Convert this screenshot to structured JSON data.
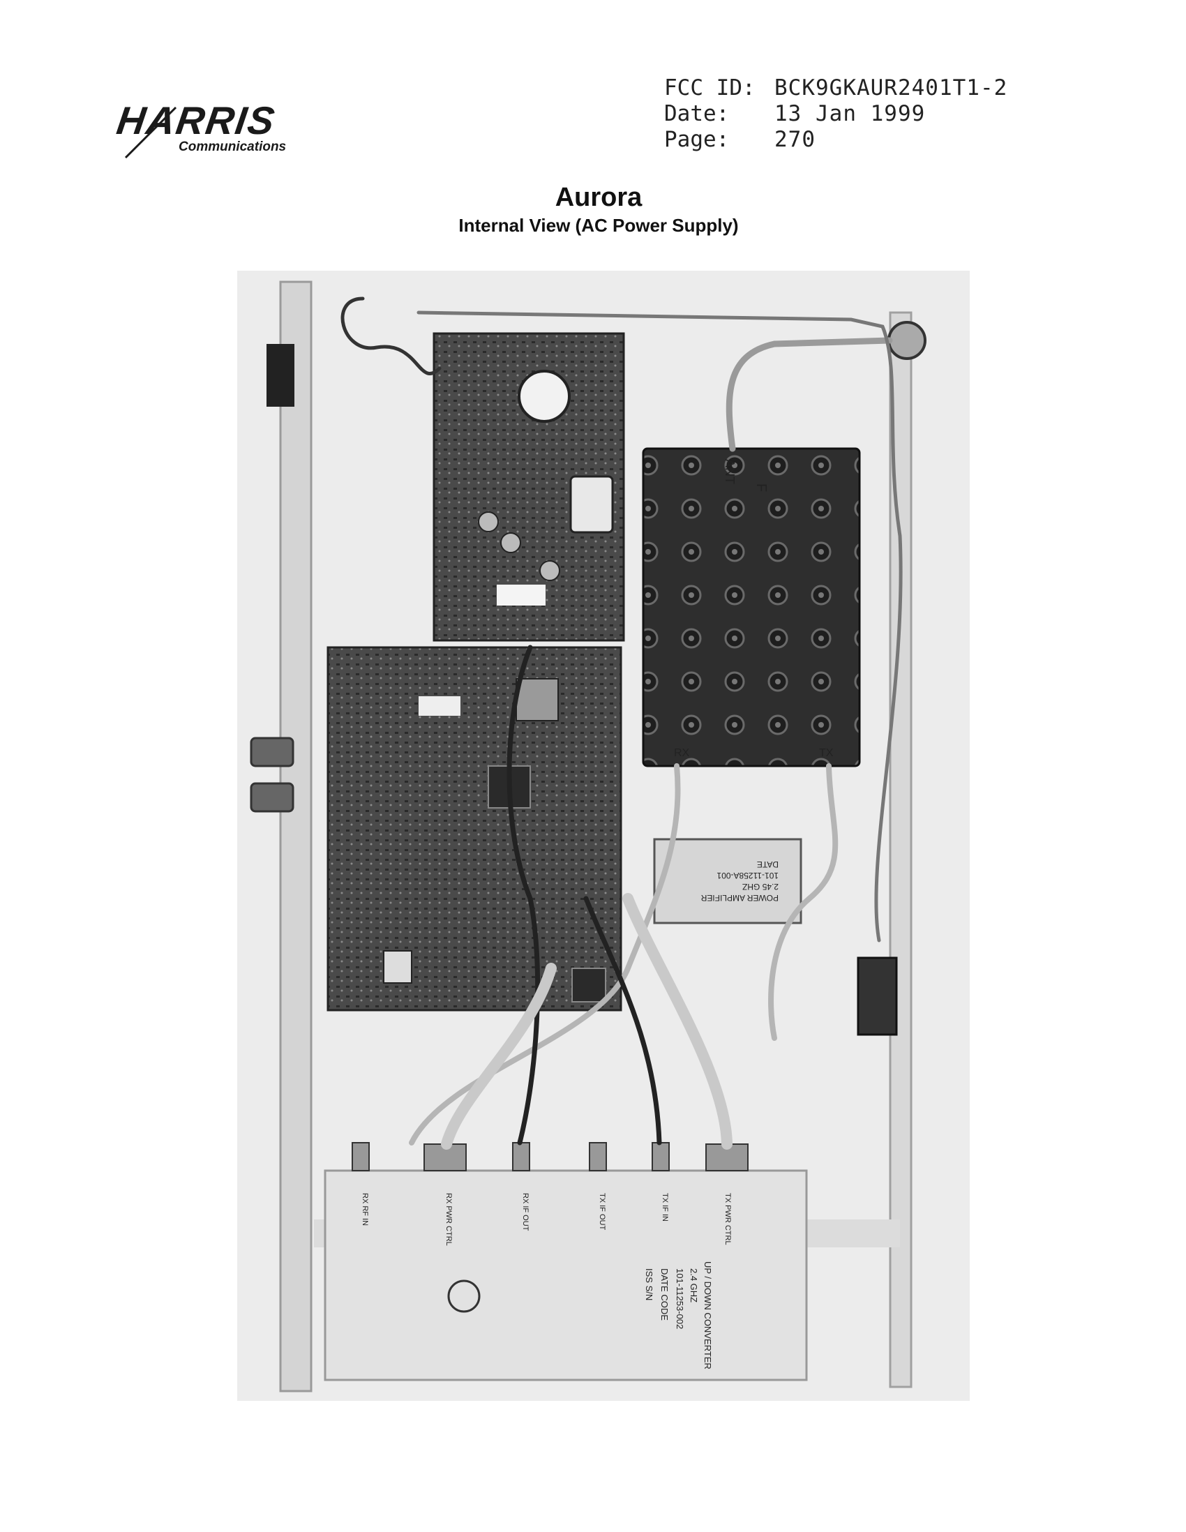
{
  "header": {
    "logo_word": "HARRIS",
    "logo_sub": "Communications",
    "meta": [
      {
        "label": "FCC ID:",
        "value": "BCK9GKAUR2401T1-2"
      },
      {
        "label": "Date:",
        "value": "13 Jan 1999"
      },
      {
        "label": "Page:",
        "value": "270"
      }
    ]
  },
  "document": {
    "title": "Aurora",
    "subtitle": "Internal View (AC Power Supply)"
  },
  "photo": {
    "filter_labels": {
      "ant": "ANT",
      "f": "F",
      "rx": "RX",
      "tx": "TX"
    },
    "amplifier_labels": [
      "POWER AMPLIFIER",
      "2.45 GHZ",
      "101-11258A-001",
      "DATE"
    ],
    "converter_labels": [
      "UP / DOWN CONVERTER",
      "2.4 GHZ",
      "101-11253-002",
      "DATE CODE",
      "ISS S/N"
    ],
    "converter_ports": [
      "RX RF IN",
      "RX PWR CTRL",
      "RX IF OUT",
      "TX IF OUT",
      "TX IF IN",
      "TX PWR CTRL"
    ]
  }
}
